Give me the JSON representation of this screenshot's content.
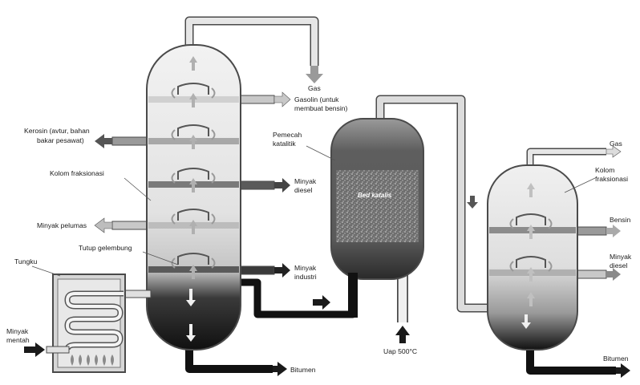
{
  "labels": {
    "gas_top": "Gas",
    "gasoline_1": "Gasolin (untuk",
    "gasoline_2": "membuat bensin)",
    "kerosene_1": "Kerosin (avtur, bahan",
    "kerosene_2": "bakar pesawat)",
    "column_1": "Kolom fraksionasi",
    "diesel_1": "Minyak",
    "diesel_2": "diesel",
    "lubricant": "Minyak pelumas",
    "bubble_cap": "Tutup gelembung",
    "furnace": "Tungku",
    "industrial_1": "Minyak",
    "industrial_2": "industri",
    "crude_1": "Minyak",
    "crude_2": "mentah",
    "bitumen_1": "Bitumen",
    "cracker_1": "Pemecah",
    "cracker_2": "katalitik",
    "catalyst_bed": "Bed katalis",
    "steam": "Uap 500°C",
    "gas_right": "Gas",
    "column_2a": "Kolom",
    "column_2b": "fraksionasi",
    "petrol": "Bensin",
    "diesel2_1": "Minyak",
    "diesel2_2": "diesel",
    "bitumen_2": "Bitumen"
  },
  "colors": {
    "outline": "#4a4a4a",
    "pipe_fill": "#dcdcdc",
    "dark_fraction": "#141414",
    "tray_band": "#8c8c8c",
    "arrow": "#1a1a1a"
  }
}
